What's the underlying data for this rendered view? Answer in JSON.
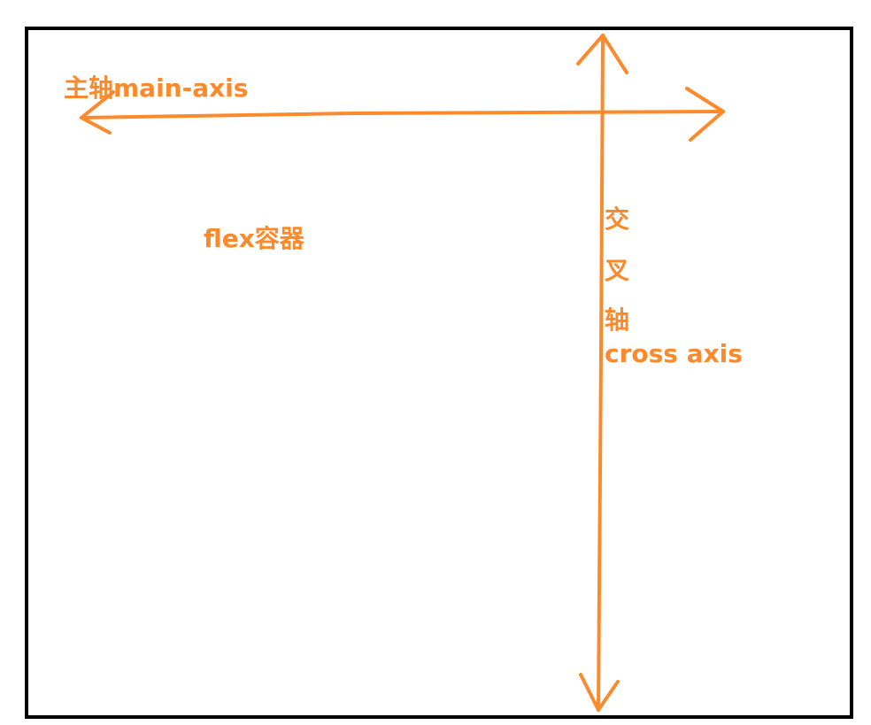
{
  "colors": {
    "accent": "#fb8a2c",
    "border": "#000000",
    "background": "#ffffff"
  },
  "labels": {
    "main_axis": "主轴main-axis",
    "flex_container": "flex容器",
    "cross_axis_chars": [
      "交",
      "叉",
      "轴"
    ],
    "cross_axis": "cross axis"
  }
}
